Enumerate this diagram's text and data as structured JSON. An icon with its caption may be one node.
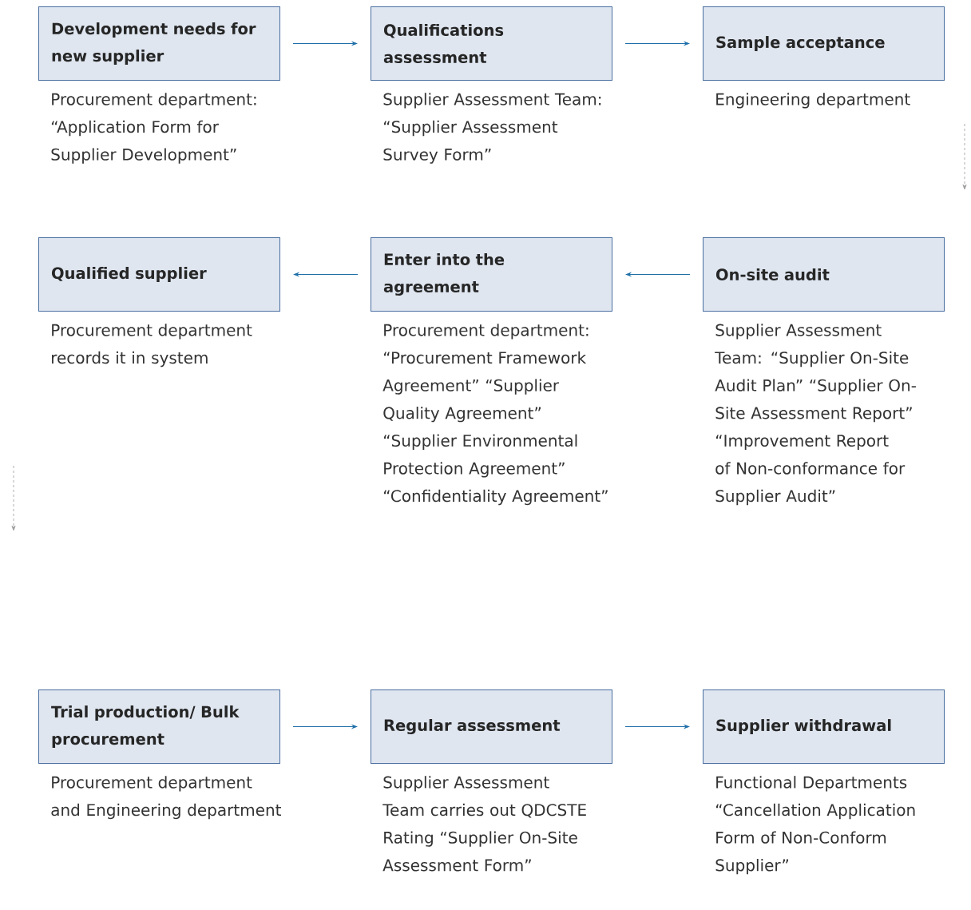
{
  "diagram": {
    "nodes": [
      {
        "text": [
          "Development needs for new supplier"
        ],
        "beside": [
          "Procurement department: “Application Form for Supplier Development”"
        ]
      },
      {
        "text": [
          "Qualifications assessment"
        ],
        "beside": [
          "Supplier Assessment Team: “Supplier Assessment Survey Form”"
        ]
      },
      {
        "text": [
          "Sample acceptance"
        ],
        "beside": [
          "Engineering department"
        ]
      },
      {
        "text": [
          "Qualified supplier"
        ],
        "beside": [
          "Procurement department records it in system"
        ]
      },
      {
        "text": [
          "Enter into the agreement"
        ],
        "beside": [
          "Procurement department: “Procurement Framework Agreement” “Supplier Quality Agreement” “Supplier Environmental Protection Agreement” “Confidentiality Agreement”"
        ]
      },
      {
        "text": [
          "On-site audit"
        ],
        "beside": [
          "Supplier Assessment Team: “Supplier On-Site Audit Plan” “Supplier On-Site Assessment Report” “Improvement Report of Non-conformance for Supplier Audit”"
        ]
      },
      {
        "text": [
          "Trial production/ Bulk procurement"
        ],
        "beside": [
          "Procurement department and Engineering department"
        ]
      },
      {
        "text": [
          "Regular assessment"
        ],
        "beside": [
          "Supplier Assessment Team carries out QDCSTE Rating “Supplier On-Site Assessment Form”"
        ]
      },
      {
        "text": [
          "Supplier withdrawal"
        ],
        "beside": [
          "Functional Departments “Cancellation Application Form of Non-Conform Supplier”"
        ]
      }
    ],
    "edges": [
      {
        "from": 0,
        "to": 1,
        "arrow": "to"
      },
      {
        "from": 1,
        "to": 2,
        "arrow": "to"
      },
      {
        "from": 5,
        "to": 4,
        "arrow": "to"
      },
      {
        "from": 4,
        "to": 3,
        "arrow": "to"
      },
      {
        "from": 6,
        "to": 7,
        "arrow": "to"
      },
      {
        "from": 7,
        "to": 8,
        "arrow": "to"
      }
    ]
  }
}
